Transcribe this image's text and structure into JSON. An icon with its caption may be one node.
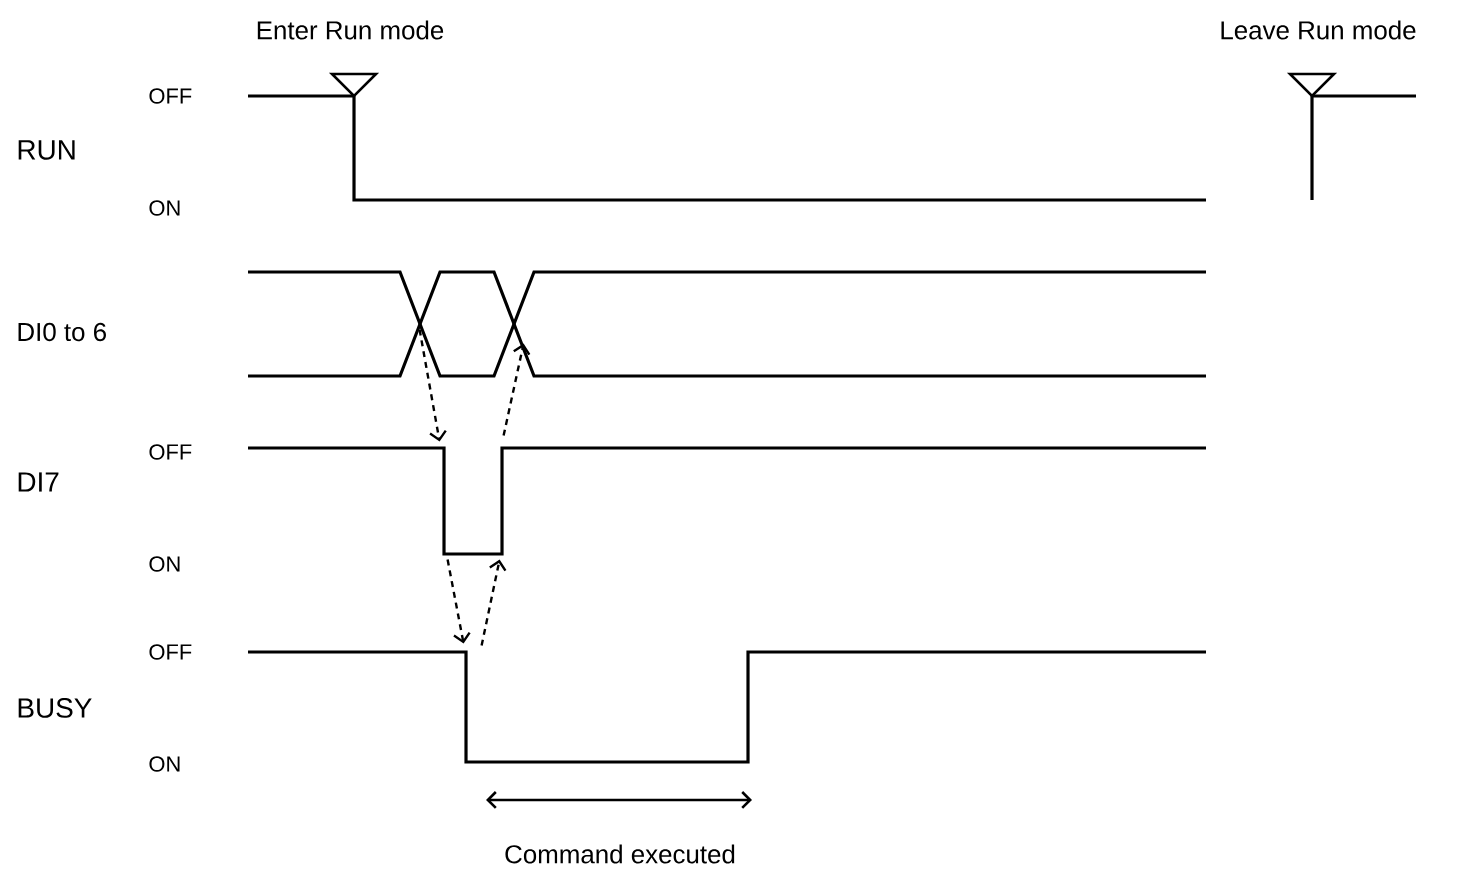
{
  "diagram": {
    "nodes": [
      {
        "text": [],
        "shape": "picture"
      },
      {
        "text": [],
        "shape": "picture"
      },
      {
        "text": [],
        "shape": "picture"
      }
    ],
    "edges": [
      {
        "from": 0,
        "to": 1,
        "arrow": "to",
        "style": "dashed"
      },
      {
        "from": 1,
        "to": 2,
        "arrow": "to",
        "style": "dashed"
      },
      {
        "from": 2,
        "to": 1,
        "arrow": "to",
        "style": "dashed"
      },
      {
        "from": 1,
        "to": 0,
        "arrow": "to",
        "style": "dashed"
      }
    ],
    "labels": [
      "Enter Run mode",
      "Leave Run mode",
      "OFF",
      "RUN",
      "ON",
      "DI0 to 6",
      "OFF",
      "DI7",
      "ON",
      "OFF",
      "BUSY",
      "ON",
      "Command executed"
    ]
  }
}
